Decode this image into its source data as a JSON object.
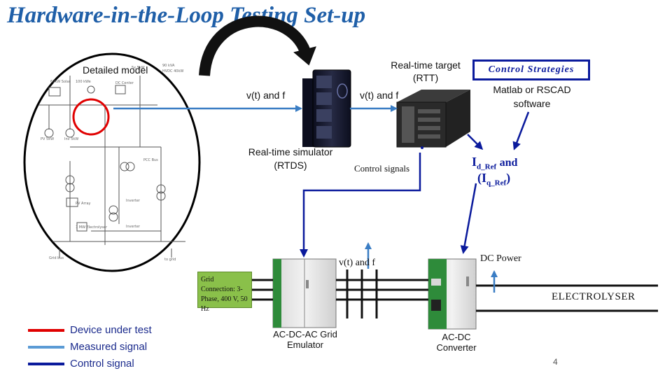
{
  "title": "Hardware-in-the-Loop Testing Set-up",
  "detailed_model": {
    "label": "Detailed model"
  },
  "rtds": {
    "label": "Real-time simulator (RTDS)"
  },
  "rtt": {
    "label": "Real-time target (RTT)"
  },
  "control_strategies": {
    "label": "Control Strategies"
  },
  "software": {
    "label": "Matlab or RSCAD software"
  },
  "signals": {
    "vf_left": "v(t) and f",
    "vf_right": "v(t) and f",
    "control_signals": "Control signals",
    "vf_bottom": "v(t) and f",
    "dc_power": "DC Power"
  },
  "current_ref": {
    "line1_symbol": "I",
    "line1_sub": "d_Ref",
    "line1_suffix": "and",
    "line2_prefix": "(",
    "line2_symbol": "I",
    "line2_sub": "q_Ref",
    "line2_suffix": ")"
  },
  "grid_connection": {
    "label": "Grid Connection: 3-Phase, 400 V, 50 Hz"
  },
  "grid_emulator": {
    "label": "AC-DC-AC Grid Emulator"
  },
  "converter": {
    "label": "AC-DC Converter"
  },
  "electrolyser": {
    "label": "ELECTROLYSER"
  },
  "legend": [
    {
      "label": "Device under test",
      "color": "#e00000"
    },
    {
      "label": "Measured signal",
      "color": "#5b9bd5"
    },
    {
      "label": "Control signal",
      "color": "#0a1a9c"
    }
  ],
  "page_number": "4",
  "colors": {
    "title": "#1f5fa8",
    "measured": "#3a7dc4",
    "control": "#0a1a9c",
    "device": "#e00000",
    "grid_box": "#8ac04a"
  }
}
